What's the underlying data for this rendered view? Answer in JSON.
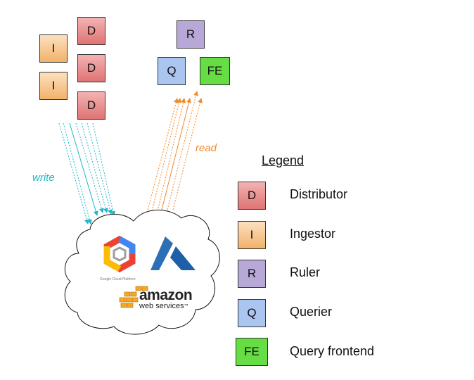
{
  "components": {
    "distributor_letter": "D",
    "ingestor_letter": "I",
    "ruler_letter": "R",
    "querier_letter": "Q",
    "frontend_letter": "FE"
  },
  "edges": {
    "write_label": "write",
    "read_label": "read",
    "write_color": "#22b5c8",
    "read_color": "#ef8a2b"
  },
  "cloud": {
    "gcp_caption": "Google Cloud Platform",
    "aws_line1": "amazon",
    "aws_line2": "web services",
    "aws_tm": "™"
  },
  "legend": {
    "title": "Legend",
    "items": [
      {
        "letter": "D",
        "label": "Distributor"
      },
      {
        "letter": "I",
        "label": "Ingestor"
      },
      {
        "letter": "R",
        "label": "Ruler"
      },
      {
        "letter": "Q",
        "label": "Querier"
      },
      {
        "letter": "FE",
        "label": "Query frontend"
      }
    ]
  },
  "colors": {
    "distributor": "#e07373",
    "ingestor": "#f2b26a",
    "ruler": "#b7a8d8",
    "querier": "#a9c5f0",
    "frontend": "#66dd44"
  }
}
